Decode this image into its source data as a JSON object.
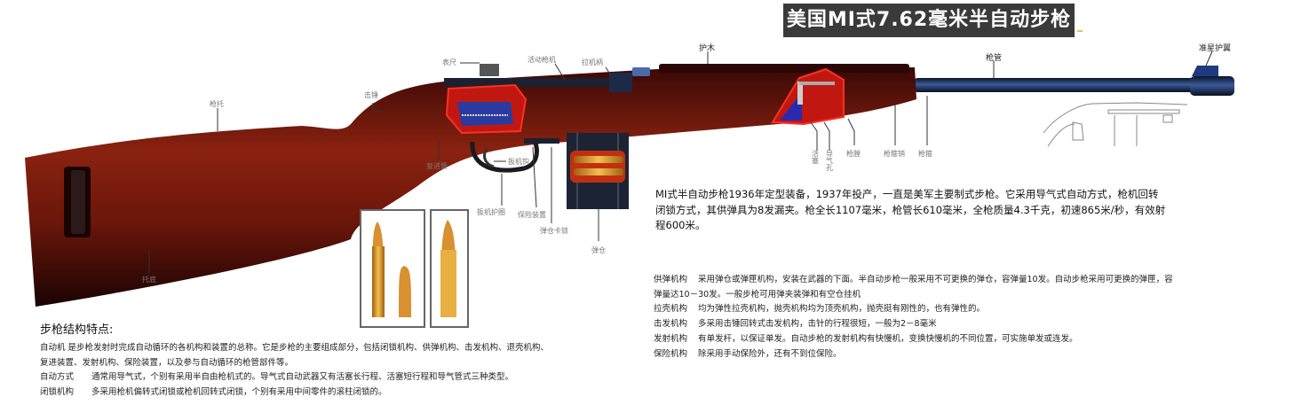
{
  "title": "美国MI式7.62毫米半自动步枪",
  "diagram": {
    "labels": {
      "stock": "枪托",
      "hammer": "击锤",
      "rear_sight": "表尺",
      "operating_slide": "活动枪机",
      "bolt_handle": "拉机柄",
      "handguard": "护木",
      "barrel": "枪管",
      "front_sight_guard": "准星护翼",
      "piston": "活塞",
      "gas_port": "导气孔",
      "gas_cylinder": "枪膛",
      "barrel_band": "枪箍销",
      "band": "枪箍",
      "recoil_spring": "复进簧",
      "trigger": "扳机钩",
      "trigger_guard": "扳机护圈",
      "safety": "保险装置",
      "magazine_catch": "弹仓卡锁",
      "magazine": "弹仓",
      "buttplate": "托底"
    },
    "colors": {
      "wood": "#7a1a0e",
      "wood_dark": "#2a0604",
      "metal": "#1c2a48",
      "cutaway_red": "#e0201a",
      "cutaway_blue": "#2c3ca8",
      "brass": "#e8a830"
    }
  },
  "description": {
    "line1": "MI式半自动步枪1936年定型装备，1937年投产，一直是美军主要制式步枪。它采用导气式自动方式，枪机回转",
    "line2": "闭锁方式，其供弹具为8发漏夹。枪全长1107毫米，枪管长610毫米，全枪质量4.3千克，初速865米/秒，有效射",
    "line3": "程600米。"
  },
  "specs": [
    {
      "key": "供弹机构",
      "value": "采用弹仓或弹匣机构，安装在武器的下面。半自动步枪一般采用不可更换的弹仓，容弹量10发。自动步枪采用可更换的弹匣，容"
    },
    {
      "key": "",
      "value": "弹量达10－30发。一般步枪可用弹夹装弹和有空仓挂机"
    },
    {
      "key": "拉壳机构",
      "value": "均为弹性拉壳机构，抛壳机构均为顶壳机构，抛壳挺有刚性的，也有弹性的。"
    },
    {
      "key": "击发机构",
      "value": "多采用击锤回转式击发机构，击针的行程很短，一般为2－8毫米"
    },
    {
      "key": "发射机构",
      "value": "有单发杆，以保证单发。自动步枪的发射机构有快慢机，变换快慢机的不同位置，可实施单发或连发。"
    },
    {
      "key": "保险机构",
      "value": "除采用手动保险外，还有不到位保险。"
    }
  ],
  "features": {
    "title": "步枪结构特点:",
    "rows": [
      {
        "key": "",
        "value": "自动机 是步枪发射时完成自动循环的各机构和装置的总称。它是步枪的主要组成部分，包括闭锁机构、供弹机构、击发机构、退壳机构、"
      },
      {
        "key": "",
        "value": "复进装置、发射机构、保险装置，以及参与自动循环的枪管部件等。"
      },
      {
        "key": "自动方式",
        "value": "通常用导气式，个别有采用半自由枪机式的。导气式自动武器又有活塞长行程、活塞短行程和导气管式三种类型。"
      },
      {
        "key": "闭锁机构",
        "value": "多采用枪机偏转式闭锁或枪机回转式闭锁，个别有采用中间零件的滚柱闭锁的。"
      }
    ]
  }
}
